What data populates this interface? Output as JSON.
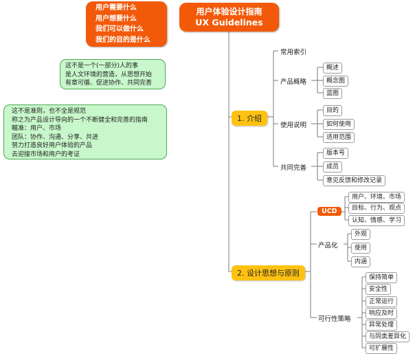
{
  "top_questions": [
    "用户需要什么",
    "用户想要什么",
    "我们可以做什么",
    "我们的目的是什么"
  ],
  "title": {
    "line1": "用户体验设计指南",
    "line2": "UX Guidelines"
  },
  "note1": [
    "这不是一个(一部分)人的事",
    "是人文环境的营造，从思想开始",
    "有章可循、促进协作、共同完善"
  ],
  "note2": [
    "这不是准则，也不全是规范",
    "称之为产品设计导向的一个不断健全和完善的指南",
    "瞄准：用户、市场",
    "团队：协作、沟通、分享、共进",
    "努力打造良好用户体验的产品",
    "去迎接市场和用户的考证"
  ],
  "section1": {
    "label": "1. 介绍",
    "branches": [
      {
        "label": "常用索引",
        "children": []
      },
      {
        "label": "产品概略",
        "children": [
          "概述",
          "概念图",
          "蓝图"
        ]
      },
      {
        "label": "使用说明",
        "children": [
          "目的",
          "如何使用",
          "适用范围"
        ]
      },
      {
        "label": "共同完善",
        "children": [
          "版本号",
          "成员",
          "意见反馈和修改记录"
        ]
      }
    ]
  },
  "section2": {
    "label": "2. 设计思想与原则",
    "branches": [
      {
        "label": "UCD",
        "children": [
          "用户、环境、市场",
          "目标、行为、观点",
          "认知、情感、学习"
        ]
      },
      {
        "label": "产品化",
        "children": [
          "外观",
          "使用",
          "内涵"
        ]
      },
      {
        "label": "可行性策略",
        "children": [
          "保持简单",
          "安全性",
          "正常运行",
          "响应及时",
          "异常处理",
          "与同类差异化",
          "可扩展性"
        ]
      }
    ]
  },
  "colors": {
    "accent": "#f25a0a",
    "section": "#ffc211",
    "note_bg": "#c8f7cb",
    "note_border": "#4fa655",
    "line": "#7a7a7a"
  }
}
